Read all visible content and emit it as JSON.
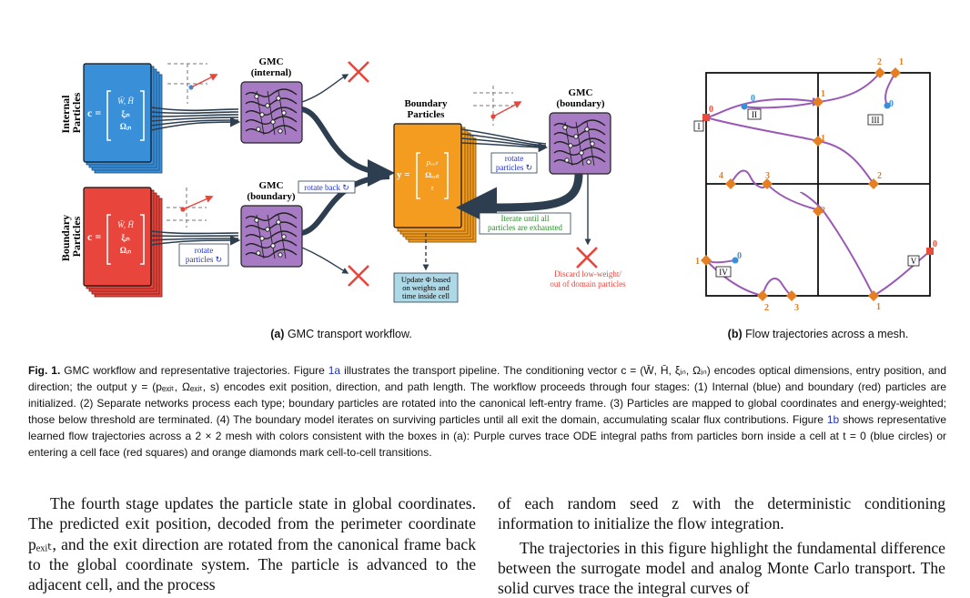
{
  "figure_a": {
    "labels": {
      "internal_particles": [
        "Internal",
        "Particles"
      ],
      "boundary_particles": [
        "Boundary",
        "Particles"
      ],
      "gmc_internal": [
        "GMC",
        "(internal)"
      ],
      "gmc_boundary_left": [
        "GMC",
        "(boundary)"
      ],
      "gmc_boundary_right": [
        "GMC",
        "(boundary)"
      ],
      "boundary_particles_stack": [
        "Boundary",
        "Particles"
      ],
      "c_eq": "c =",
      "y_eq": "y =",
      "c_internal_entries": [
        "W̄, H̄",
        "ξᵢₙ",
        "Ωᵢₙ"
      ],
      "c_boundary_entries": [
        "W̄, H̄",
        "ξᵢₙ",
        "Ωᵢₙ"
      ],
      "y_entries": [
        "pₑₓᵢₜ",
        "Ωₑₓᵢₜ",
        "τ"
      ],
      "rotate_particles_left": [
        "rotate",
        "particles ↻"
      ],
      "rotate_particles_right": [
        "rotate",
        "particles ↻"
      ],
      "rotate_back": "rotate back ↻",
      "iterate_note": [
        "Iterate until all",
        "particles are exhausted"
      ],
      "update_phi": [
        "Update Φ based",
        "on weights and",
        "time inside cell"
      ],
      "discard_note": [
        "Discard low-weight/",
        "out of domain particles"
      ]
    },
    "colors": {
      "internal_blue": "#3a8fd9",
      "boundary_red": "#e8453c",
      "gmc_purple": "#a77bc4",
      "boundary_orange": "#f39c1f",
      "arrow_dark": "#2c3e50",
      "note_blue_bg": "#add8e6",
      "green_text": "#2e8b2e",
      "discard_red": "#e8453c",
      "blue_text": "#2233cc"
    }
  },
  "figure_b": {
    "trajectory_color": "#9b59b6",
    "start_internal_color": "#3a8fd9",
    "start_face_color": "#e74c3c",
    "transition_color": "#e67e22",
    "cell_boxes": [
      "I",
      "II",
      "III",
      "IV",
      "V"
    ],
    "step_labels": [
      "0",
      "0",
      "0",
      "0",
      "0",
      "1",
      "1",
      "1",
      "1",
      "1",
      "2",
      "2",
      "2",
      "2",
      "2",
      "3",
      "3",
      "4"
    ]
  },
  "subcaptions": {
    "a_tag": "(a)",
    "a_text": "GMC transport workflow.",
    "b_tag": "(b)",
    "b_text": "Flow trajectories across a mesh."
  },
  "caption": {
    "lead": "Fig. 1.",
    "t1": " GMC workflow and representative trajectories. Figure ",
    "ref1": "1a",
    "t2": " illustrates the transport pipeline. The conditioning vector c = (W̄, H̄, ξᵢₙ, Ωᵢₙ) encodes optical dimensions, entry position, and direction; the output y = (pₑₓᵢₜ, Ωₑₓᵢₜ, s) encodes exit position, direction, and path length. The workflow proceeds through four stages: (1) Internal (blue) and boundary (red) particles are initialized. (2) Separate networks process each type; boundary particles are rotated into the canonical left-entry frame. (3) Particles are mapped to global coordinates and energy-weighted; those below threshold are terminated. (4) The boundary model iterates on surviving particles until all exit the domain, accumulating scalar flux contributions. Figure ",
    "ref2": "1b",
    "t3": " shows representative learned flow trajectories across a 2 × 2 mesh with colors consistent with the boxes in (a): Purple curves trace ODE integral paths from particles born inside a cell at t = 0 (blue circles) or entering a cell face (red squares) and orange diamonds mark cell-to-cell transitions."
  },
  "body": {
    "left_col": "The fourth stage updates the particle state in global coordinates. The predicted exit position, decoded from the perimeter coordinate pₑₓᵢₜ, and the exit direction are rotated from the canonical frame back to the global coordinate system. The particle is advanced to the adjacent cell, and the process",
    "right_col_p1": "of each random seed z with the deterministic conditioning information to initialize the flow integration.",
    "right_col_p2": "The trajectories in this figure highlight the fundamental difference between the surrogate model and analog Monte Carlo transport. The solid curves trace the integral curves of"
  }
}
